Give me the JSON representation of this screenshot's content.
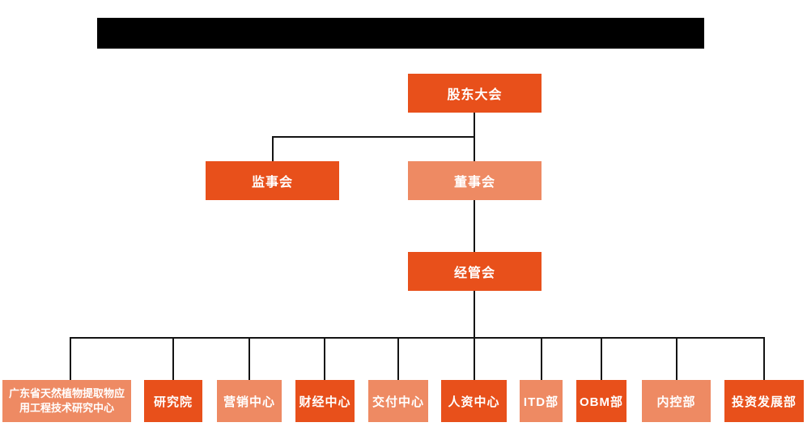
{
  "title_bar": {
    "redacted": true,
    "note_color": "#000000"
  },
  "colors": {
    "primary_box": "#E8501B",
    "secondary_box": "#EE8A63",
    "connector": "#141414",
    "text": "#FFFFFF",
    "background": "#FFFFFF"
  },
  "org": {
    "level1": {
      "label": "股东大会",
      "variant": "dark"
    },
    "level2": [
      {
        "label": "监事会",
        "variant": "dark"
      },
      {
        "label": "董事会",
        "variant": "light"
      }
    ],
    "level3": {
      "label": "经管会",
      "variant": "dark"
    },
    "level4": [
      {
        "label": "广东省天然植物提取物应用工程技术研究中心",
        "variant": "light"
      },
      {
        "label": "研究院",
        "variant": "dark"
      },
      {
        "label": "营销中心",
        "variant": "light"
      },
      {
        "label": "财经中心",
        "variant": "dark"
      },
      {
        "label": "交付中心",
        "variant": "light"
      },
      {
        "label": "人资中心",
        "variant": "dark"
      },
      {
        "label": "ITD部",
        "variant": "light"
      },
      {
        "label": "OBM部",
        "variant": "dark"
      },
      {
        "label": "内控部",
        "variant": "light"
      },
      {
        "label": "投资发展部",
        "variant": "dark"
      }
    ]
  }
}
